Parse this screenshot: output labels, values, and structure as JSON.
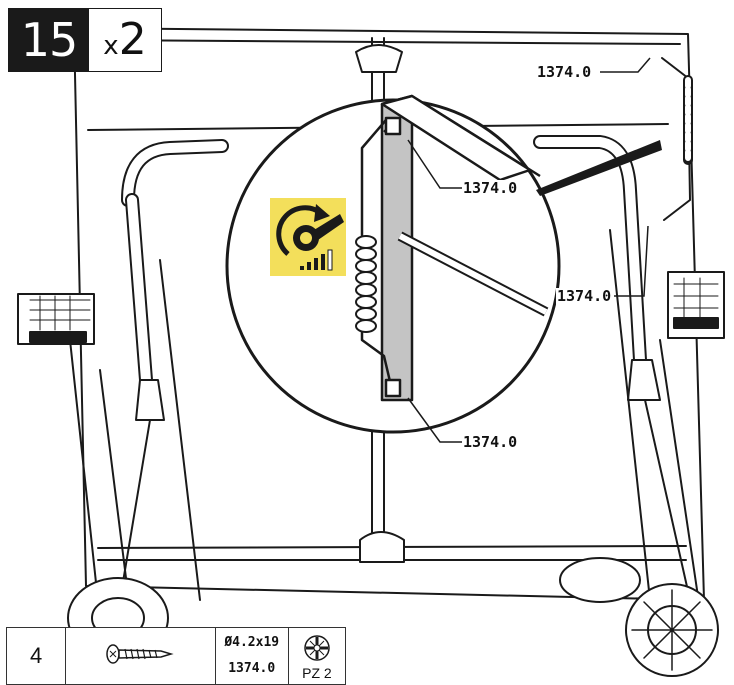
{
  "step": {
    "number": "15",
    "multiplier_prefix": "x",
    "multiplier": "2"
  },
  "callouts": {
    "top_right": "1374.0",
    "zoom_top": "1374.0",
    "right_mid": "1374.0",
    "zoom_bottom": "1374.0"
  },
  "parts": {
    "quantity": "4",
    "diameter_length": "Ø4.2x19",
    "part_code": "1374.0",
    "drive": "PZ 2"
  },
  "icons": {
    "tighten": "tighten-wrench-icon",
    "screw": "screw-icon",
    "pozidriv": "pozidriv-icon"
  },
  "colors": {
    "line": "#1a1a1a",
    "fill": "#ffffff",
    "shade": "#c4c4c4",
    "tool_yellow": "#f3df5b"
  }
}
